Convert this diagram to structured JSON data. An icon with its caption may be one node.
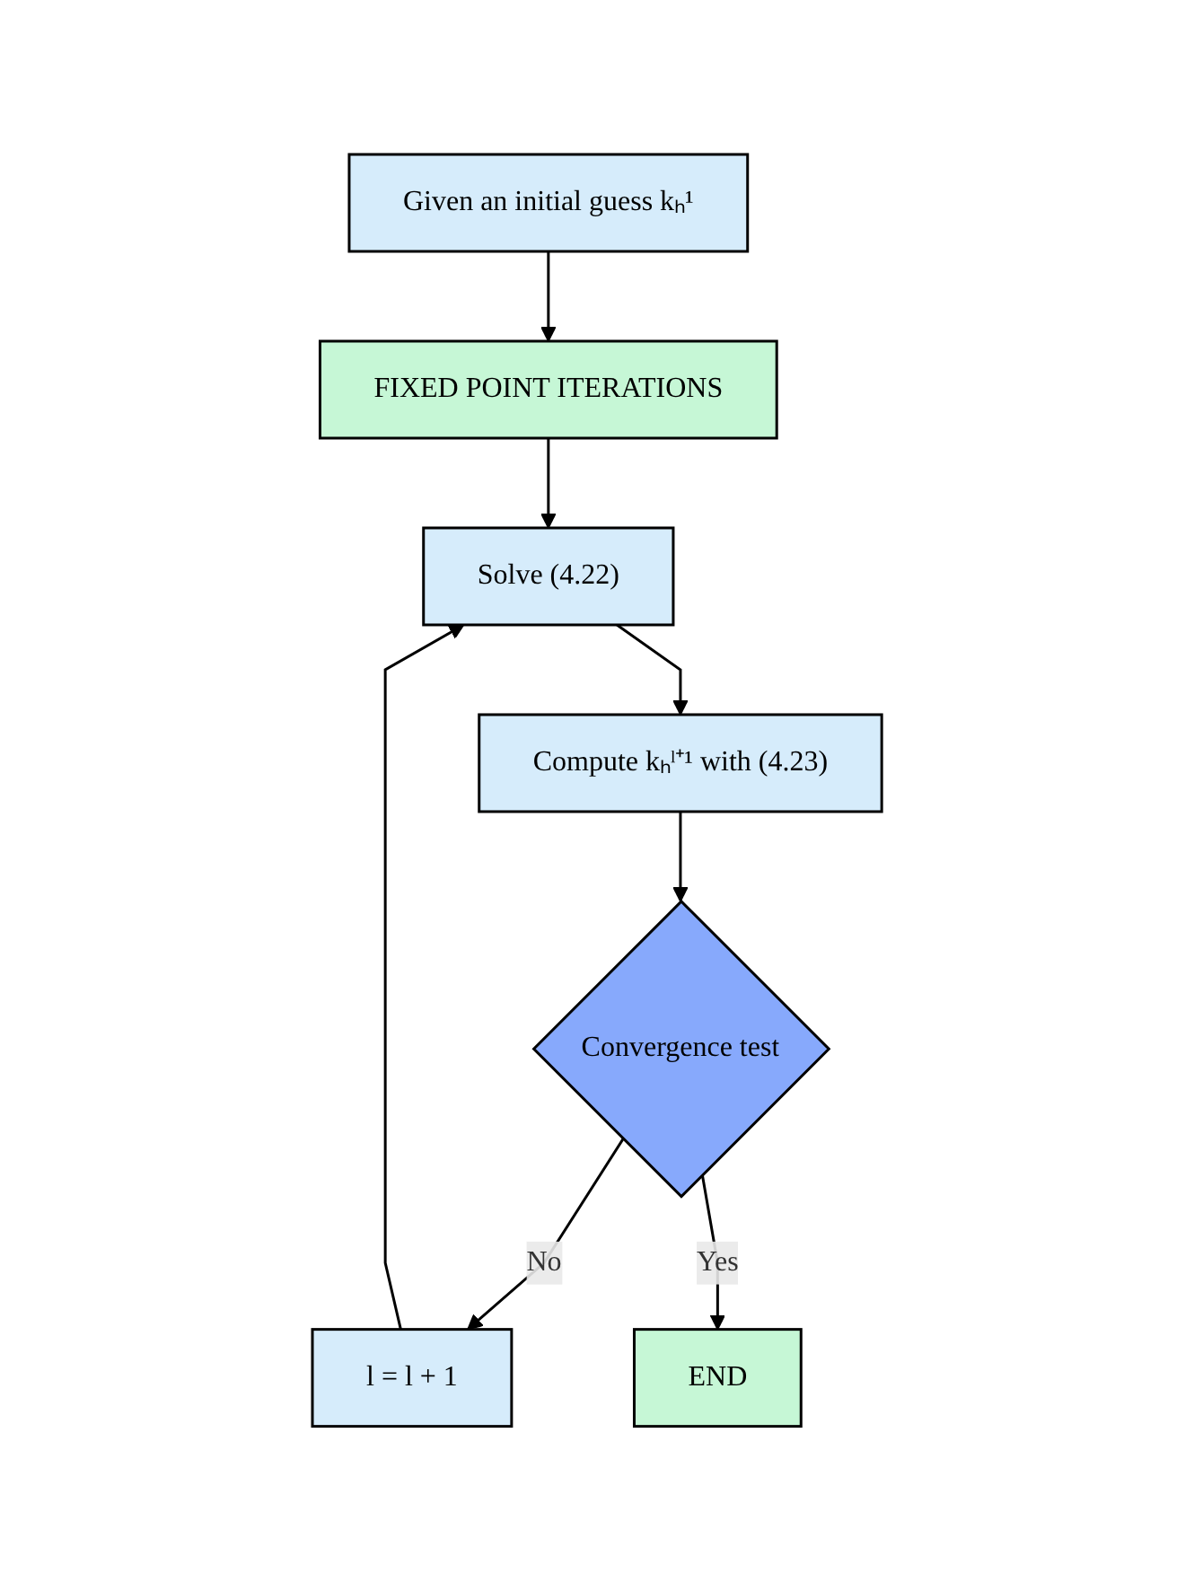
{
  "diagram": {
    "nodes": [
      {
        "text": [
          "Given an initial guess kₕ¹"
        ]
      },
      {
        "text": [
          "FIXED POINT ITERATIONS"
        ]
      },
      {
        "text": [
          "Solve (4.22)"
        ]
      },
      {
        "text": [
          "Compute kₕˡ⁺¹ with (4.23)"
        ]
      },
      {
        "text": [
          "Convergence test"
        ]
      },
      {
        "text": [
          "l = l + 1"
        ]
      },
      {
        "text": [
          "END"
        ]
      }
    ],
    "edges": [
      {
        "from": 0,
        "to": 1,
        "arrow": "to"
      },
      {
        "from": 1,
        "to": 2,
        "arrow": "to"
      },
      {
        "from": 2,
        "to": 3,
        "arrow": "to"
      },
      {
        "from": 3,
        "to": 4,
        "arrow": "to"
      },
      {
        "from": 4,
        "to": 5,
        "arrow": "to",
        "label": "No"
      },
      {
        "from": 5,
        "to": 2,
        "arrow": "to"
      },
      {
        "from": 4,
        "to": 6,
        "arrow": "to",
        "label": "Yes"
      }
    ]
  }
}
